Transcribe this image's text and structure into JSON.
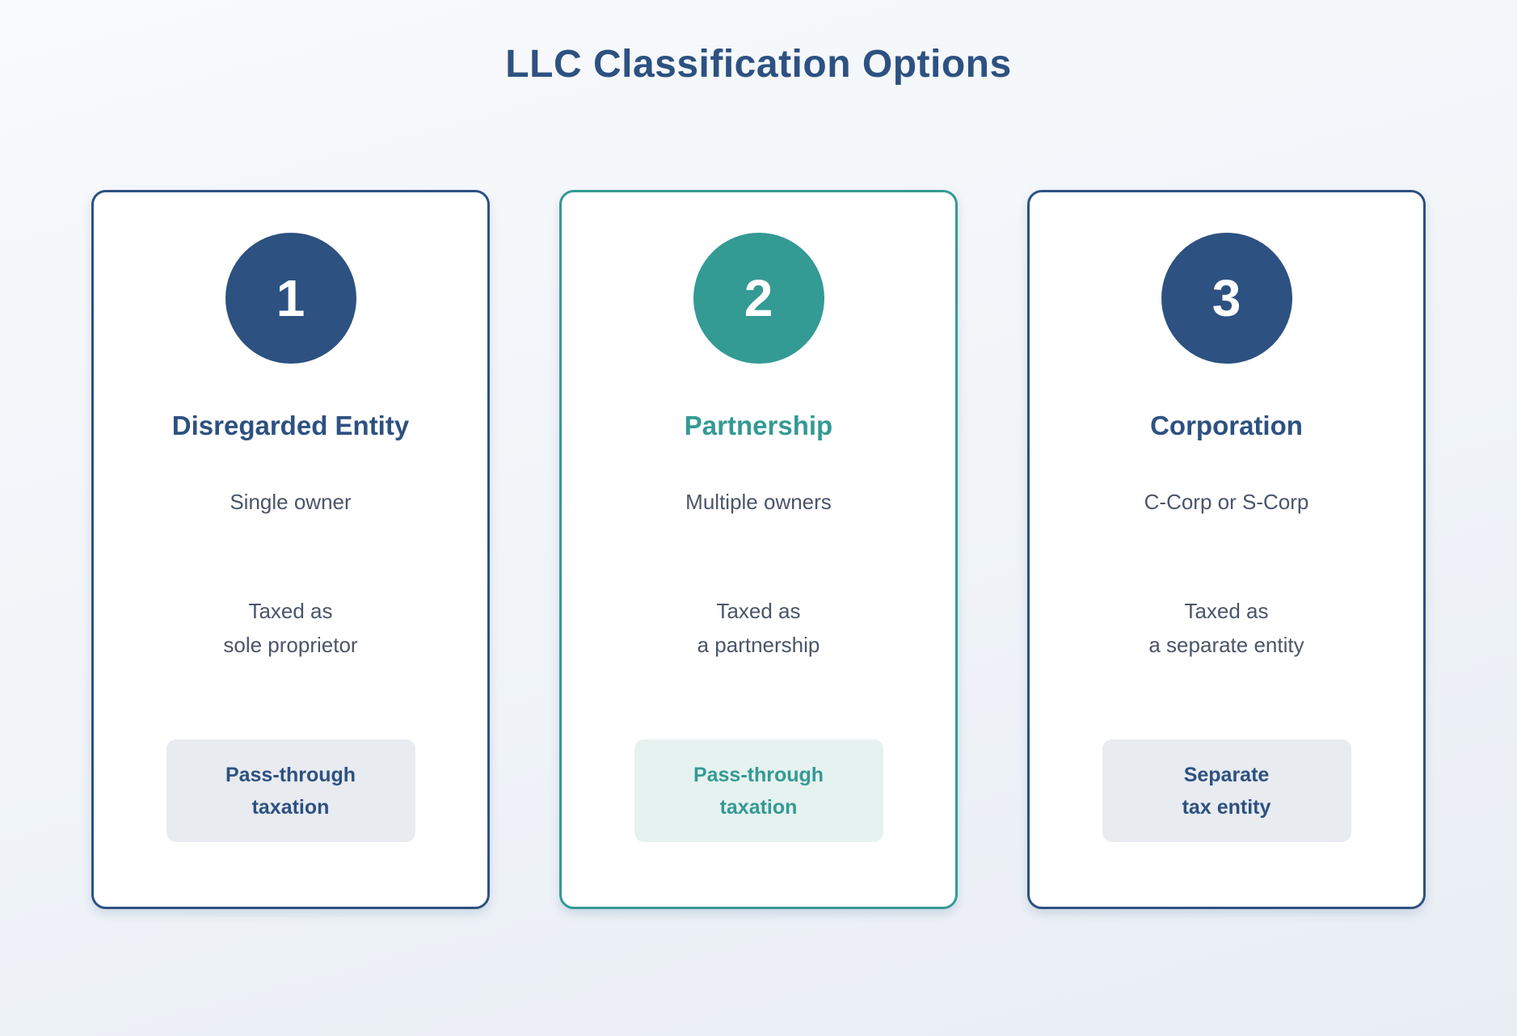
{
  "page": {
    "title": "LLC Classification Options"
  },
  "colors": {
    "navy": "#2d5181",
    "teal": "#349a94",
    "body_text": "#4a5568",
    "badge_bg_navy": "#e8ebf0",
    "badge_bg_teal": "#e6f2f0",
    "card_bg": "#ffffff",
    "page_bg_top": "#f8fafc",
    "page_bg_bottom": "#e9eef5"
  },
  "cards": [
    {
      "number": "1",
      "title": "Disregarded Entity",
      "subtitle": "Single owner",
      "tax_line1": "Taxed as",
      "tax_line2": "sole proprietor",
      "badge_line1": "Pass-through",
      "badge_line2": "taxation",
      "accent": "navy"
    },
    {
      "number": "2",
      "title": "Partnership",
      "subtitle": "Multiple owners",
      "tax_line1": "Taxed as",
      "tax_line2": "a partnership",
      "badge_line1": "Pass-through",
      "badge_line2": "taxation",
      "accent": "teal"
    },
    {
      "number": "3",
      "title": "Corporation",
      "subtitle": "C-Corp or S-Corp",
      "tax_line1": "Taxed as",
      "tax_line2": "a separate entity",
      "badge_line1": "Separate",
      "badge_line2": "tax entity",
      "accent": "navy"
    }
  ]
}
